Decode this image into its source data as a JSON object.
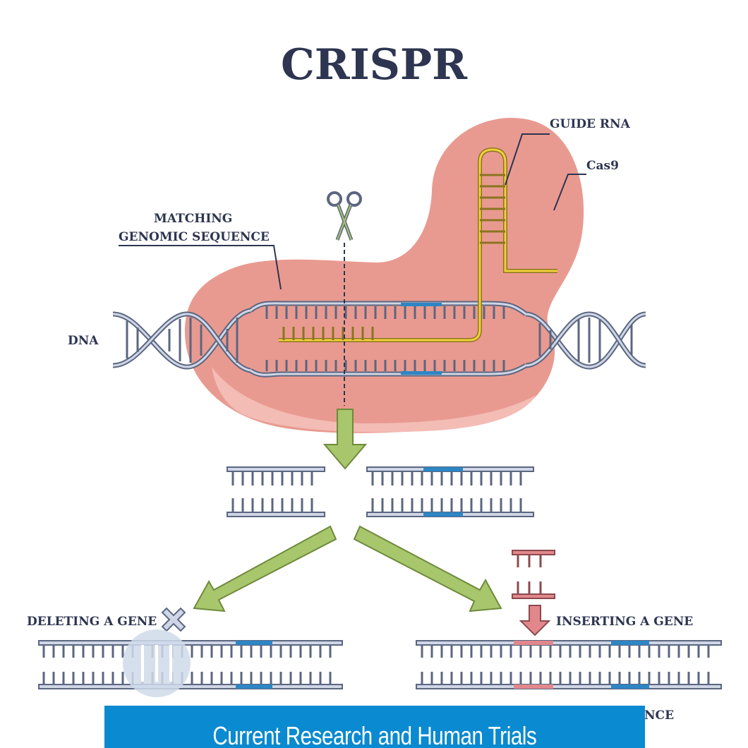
{
  "title": "CRISPR",
  "labels": {
    "guide_rna": "GUIDE RNA",
    "cas9": "Cas9",
    "matching_line1": "MATCHING",
    "matching_line2": "GENOMIC SEQUENCE",
    "dna": "DNA",
    "deleting": "DELETING A GENE",
    "inserting": "INSERTING A GENE",
    "partial_bottom": "NCE"
  },
  "banner": {
    "text": "Current Research and Human Trials"
  },
  "colors": {
    "title": "#2d3550",
    "label": "#2d3550",
    "protein": "#e99a90",
    "protein_shadow": "#f3bcb5",
    "dna_fill": "#cfd6e6",
    "dna_stroke": "#5b6680",
    "highlight_blue": "#2d86c4",
    "guide_rna": "#f0cf3a",
    "arrow": "#a8c66c",
    "insert_red": "#e2888c",
    "banner": "#0a8ad0"
  },
  "icons": [
    "scissors-icon",
    "cross-icon",
    "down-arrow-icon"
  ]
}
